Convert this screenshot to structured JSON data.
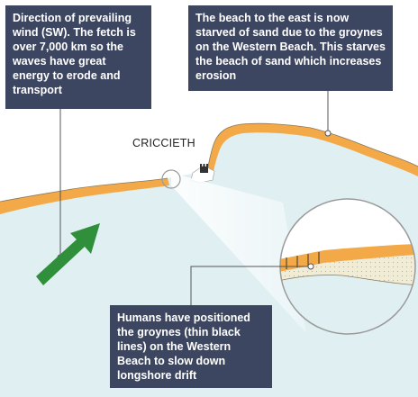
{
  "callouts": {
    "wind": "Direction of prevailing wind (SW). The fetch is over 7,000 km so the waves have great energy to erode and transport",
    "east_beach": "The beach to the east is now starved of sand due to the groynes on the Western Beach. This starves the beach of sand which increases erosion",
    "groynes": "Humans have positioned the groynes (thin black lines) on the Western Beach to slow down longshore drift"
  },
  "place_label": "CRICCIETH",
  "icons": [
    "wind-direction-arrow-icon",
    "castle-icon",
    "magnifier-circle-icon"
  ],
  "colors": {
    "sea": "#dfeff2",
    "land": "#ffffff",
    "beach_sand": "#f3a947",
    "callout_bg": "#3d4660",
    "arrow": "#2f8f3a"
  }
}
